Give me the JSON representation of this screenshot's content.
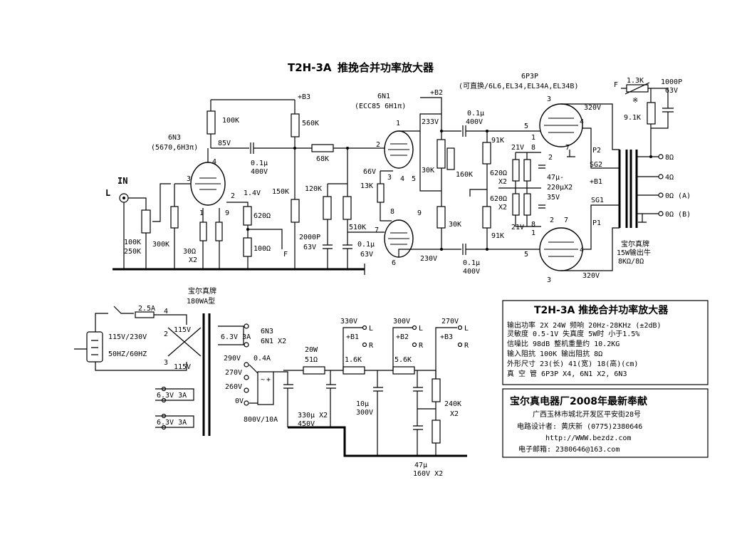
{
  "title": {
    "model": "T2H-3A",
    "name": "推挽合并功率放大器"
  },
  "tubes": {
    "v1_name": "6N3",
    "v1_alt": "(5670,6H3π)",
    "v2_name": "6N1",
    "v2_alt": "(ECC85 6H1π)",
    "v3_name": "6P3P",
    "v3_alt": "(可直换/6L6,EL34,EL34A,EL34B)"
  },
  "input": {
    "label": "IN",
    "channel": "L"
  },
  "rails": {
    "b1": "+B1",
    "b2": "+B2",
    "b3": "+B3"
  },
  "components": {
    "r100k": "100K",
    "v85": "85V",
    "c01_a": "0.1μ",
    "c01_a_v": "400V",
    "r560k": "560K",
    "r68k": "68K",
    "r150k": "150K",
    "v14": "1.4V",
    "r620": "620Ω",
    "r100": "100Ω",
    "f_a": "F",
    "r30x2": "30Ω",
    "x2_a": "X2",
    "pot": "100K",
    "pot2": "250K",
    "r300k": "300K",
    "r120k": "120K",
    "r510k": "510K",
    "c2000p": "2000P",
    "c2000p_v": "63V",
    "c01_b": "0.1μ",
    "c01_b_v": "63V",
    "v66": "66V",
    "r13k": "13K",
    "v233": "233V",
    "v230": "230V",
    "r30k_a": "30K",
    "r160k": "160K",
    "r30k_b": "30K",
    "c01_c": "0.1μ",
    "c01_c_v": "400V",
    "c01_d": "0.1μ",
    "c01_d_v": "400V",
    "r91k_a": "91K",
    "r91k_b": "91K",
    "v21_a": "21V",
    "v21_b": "21V",
    "r620x2_a": "620Ω",
    "x2_b": "X2",
    "r620x2_b": "620Ω",
    "x2_c": "X2",
    "c47": "47μ-",
    "c47b": "220μX2",
    "c47v": "35V",
    "v320_a": "320V",
    "v320_b": "320V",
    "f_b": "F",
    "r13k_fb": "1.3K",
    "x_mark": "※",
    "c1000p": "1000P",
    "c1000p_v": "63V",
    "r91k_fb": "9.1K",
    "p2": "P2",
    "sg2": "SG2",
    "b1": "+B1",
    "sg1": "SG1",
    "p1": "P1",
    "o8": "8Ω",
    "o4": "4Ω",
    "o0a": "0Ω (A)",
    "o0b": "0Ω (B)",
    "ot1": "宝尔真牌",
    "ot2": "15W输出牛",
    "ot3": "8KΩ/8Ω"
  },
  "power": {
    "pt1": "宝尔真牌",
    "pt2": "180WA型",
    "fuse": "2.5A",
    "mains": "115V/230V",
    "freq": "50HZ/60HZ",
    "s115a": "115V",
    "s115b": "115V",
    "h1": "6.3V 3A",
    "h1a": "6N3",
    "h1b": "6N1 X2",
    "t290": "290V",
    "t270": "270V",
    "t260": "260V",
    "t0": "0V",
    "i04": "0.4A",
    "bridge": "800V/10A",
    "r20w": "20W",
    "r51": "51Ω",
    "r16k": "1.6K",
    "r56k": "5.6K",
    "c330": "330μ X2",
    "c330v": "450V",
    "c10": "10μ",
    "c10v": "300V",
    "c47": "47μ",
    "c47v": "160V X2",
    "r240": "240K",
    "r240x": "X2",
    "h2": "6.3V 3A",
    "h3": "6.3V 3A",
    "b1v": "330V",
    "b2v": "300V",
    "b3v": "270V",
    "l": "L",
    "r": "R"
  },
  "spec": {
    "title": "T2H-3A 推挽合并功率放大器",
    "rows": [
      "输出功率   2X 24W  频响 20Hz-28KHz (±2dB)",
      "灵敏度     0.5-1V   失真度    5W时 小于1.5%",
      "信噪比       98dB   整机重量约 10.2KG",
      "输入阻抗     100K   输出阻抗       8Ω",
      "外形尺寸    23(长) 41(宽) 18(高)(cm)",
      "真 空 管   6P3P X4, 6N1 X2, 6N3"
    ]
  },
  "maker": {
    "name": "宝尔真电器厂2008年最新奉献",
    "addr": "广西玉林市城北开发区平安街28号",
    "designer": "电路设计者: 黄庆新   (0775)2380646",
    "web": "http://WWW.bezdz.com",
    "email": "电子邮箱: 2380646@163.com"
  }
}
